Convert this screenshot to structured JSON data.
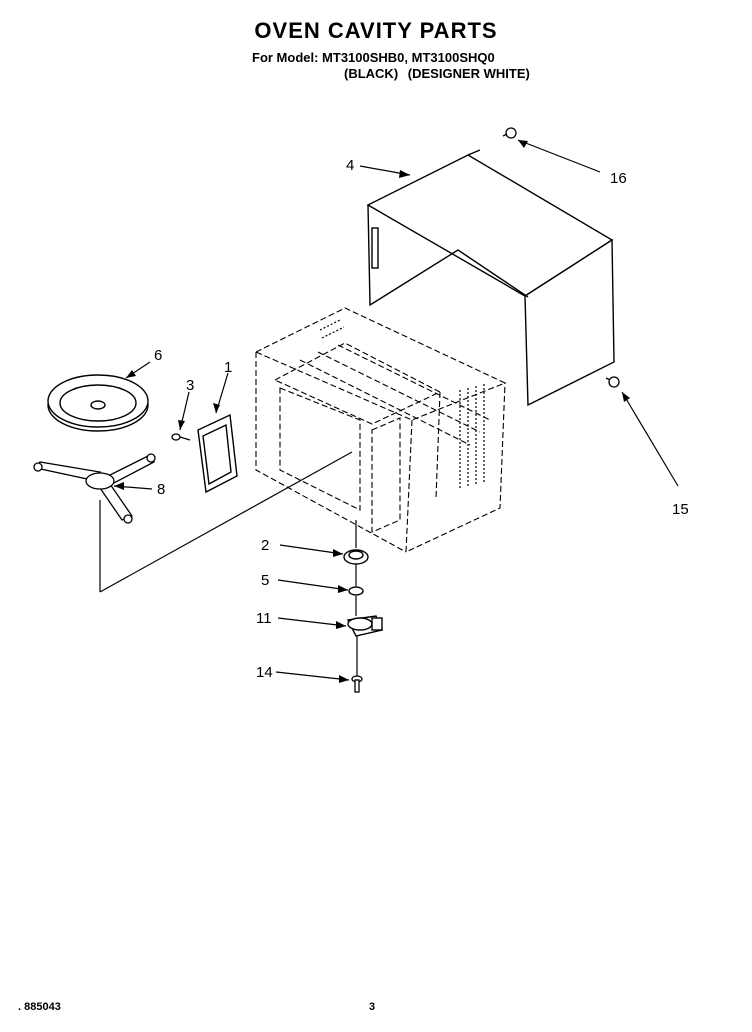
{
  "header": {
    "title": "OVEN CAVITY PARTS",
    "model_line": "For Model: MT3100SHB0, MT3100SHQ0",
    "variants": [
      "(BLACK)",
      "(DESIGNER WHITE)"
    ]
  },
  "callouts": {
    "c1": "1",
    "c2": "2",
    "c3": "3",
    "c4": "4",
    "c5": "5",
    "c6": "6",
    "c8": "8",
    "c11": "11",
    "c14": "14",
    "c15": "15",
    "c16": "16"
  },
  "footer": {
    "doc_number": "885043",
    "page_number": "3"
  }
}
